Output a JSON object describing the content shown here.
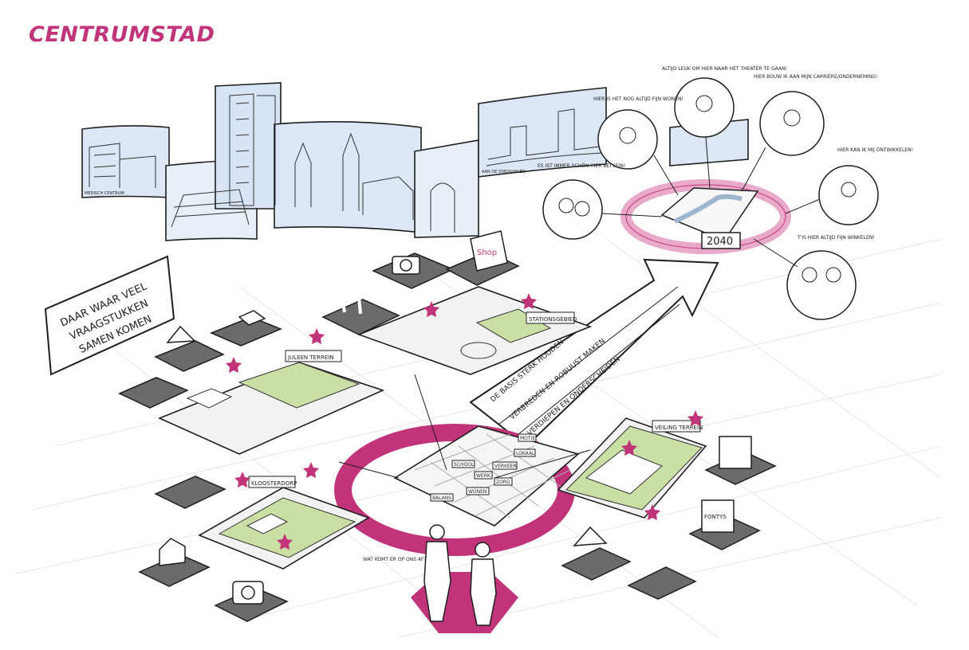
{
  "title": "CENTRUMSTAD",
  "colors": {
    "accent": "#c2347a",
    "pink_light": "#e9a9c8",
    "green": "#c9dfa4",
    "sky": "#dbe7f4",
    "ink": "#1e1e1e",
    "ground": "#efeff0"
  },
  "sign": [
    "DAAR WAAR VEEL",
    "VRAAGSTUKKEN",
    "SAMEN KOMEN"
  ],
  "arrow_phrases": [
    "DE BASIS STERK HOUDEN",
    "VERBREDEN EN ROBUUST MAKEN",
    "VERDIEPEN EN ONDERSCHEIDEN"
  ],
  "target_year": "2040",
  "areas": {
    "jacob": "JULEEN TERREIN",
    "station": "STATIONSGEBIED",
    "veiling": "VEILING TERREIN",
    "klooster": "KLOOSTERDORP",
    "shop": "Shop",
    "fontys": "FONTYS"
  },
  "hub_tags": [
    "MOTIE",
    "LOKAAL",
    "VERKEER",
    "SCHOOL",
    "WERK",
    "ZORG",
    "BALANS",
    "WONEN"
  ],
  "quotes": [
    "HIER IS HET NOG ALTIJD FIJN WONEN!",
    "ALTIJD LEUK OM HIER NAAR HET THEATER TE GAAN!",
    "HIER BOUW IK AAN MIJN CARRIÈRE/ONDERNEMING!",
    "HIER KAN IK MIJ ONTWIKKELEN!",
    "ES IST IMMER SCHÖN HIER BEI SEIN!",
    "T'IS HIER ALTIJD FIJN WINKELEN!",
    "WAT KOMT ER OP ONS AF?"
  ],
  "panel_captions": [
    "MEDISCH CENTRUM",
    "AAN DE STADSHAVEN"
  ]
}
